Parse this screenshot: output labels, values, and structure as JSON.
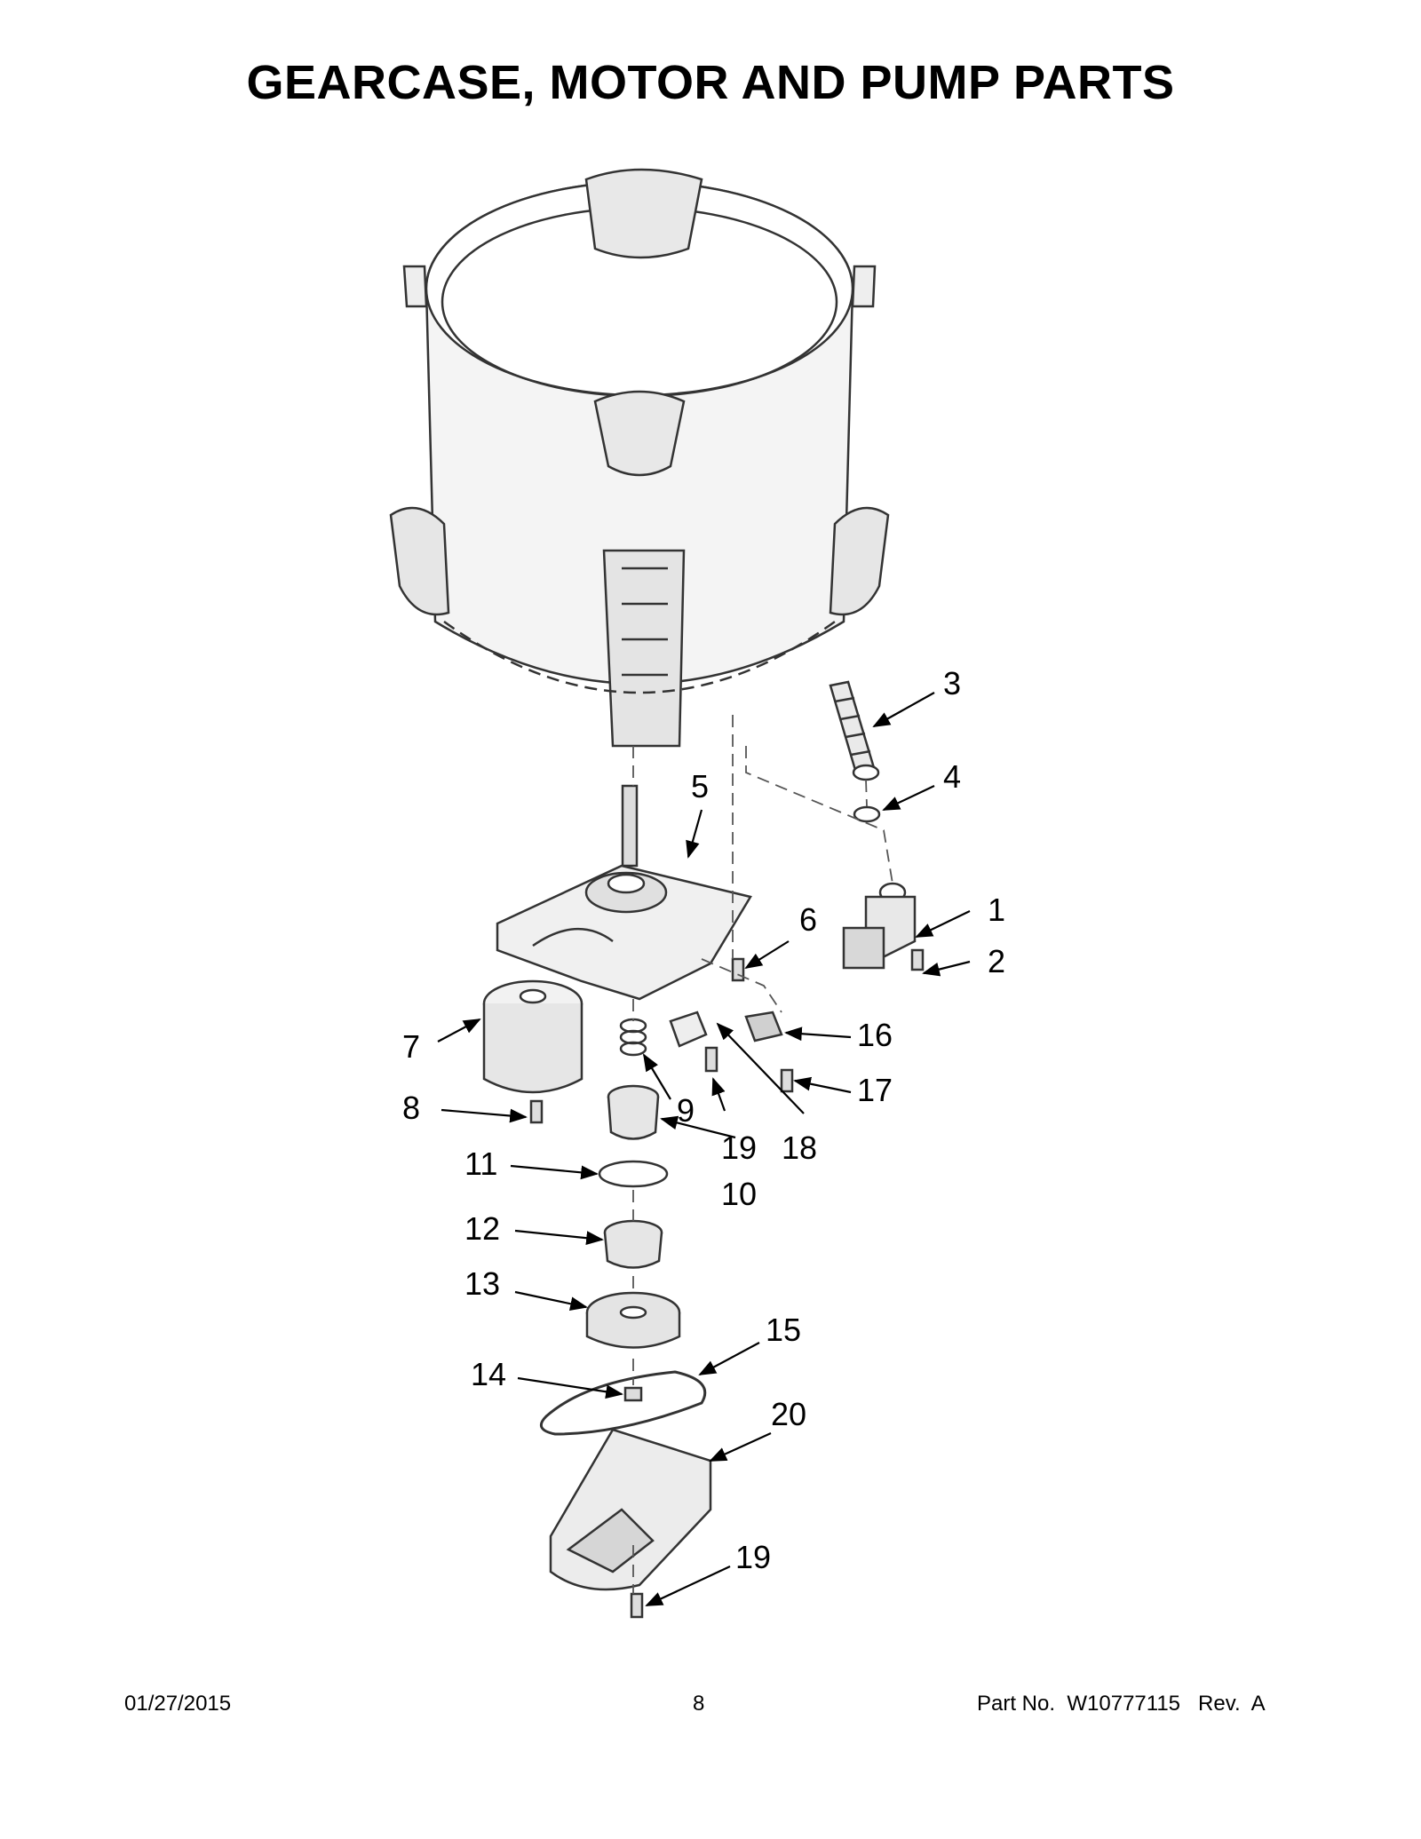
{
  "title": "GEARCASE, MOTOR AND PUMP PARTS",
  "callouts": {
    "c1": "1",
    "c2": "2",
    "c3": "3",
    "c4": "4",
    "c5": "5",
    "c6": "6",
    "c7": "7",
    "c8": "8",
    "c9": "9",
    "c10": "10",
    "c11": "11",
    "c12": "12",
    "c13": "13",
    "c14": "14",
    "c15": "15",
    "c16": "16",
    "c17": "17",
    "c18": "18",
    "c19a": "19",
    "c19b": "19",
    "c20": "20"
  },
  "footer": {
    "date": "01/27/2015",
    "page": "8",
    "part_label": "Part No.",
    "part_number": "W10777115",
    "rev_label": "Rev.",
    "rev": "A"
  }
}
